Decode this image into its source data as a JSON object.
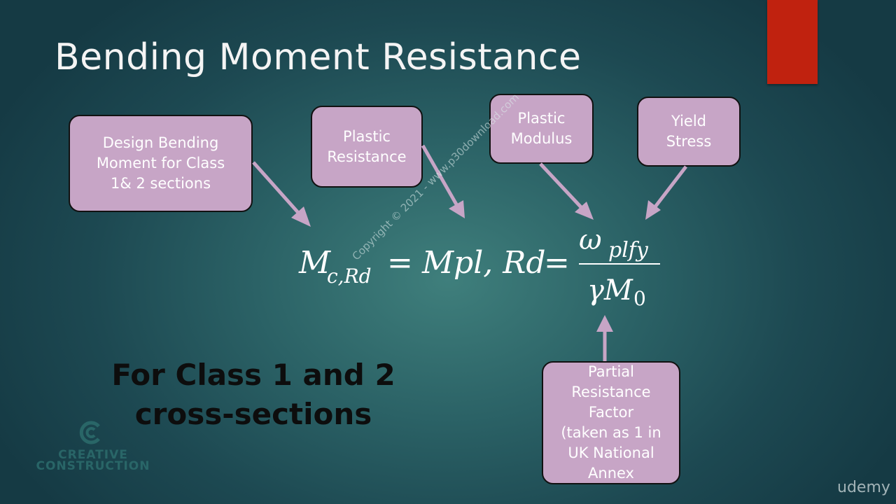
{
  "slide": {
    "title": "Bending Moment Resistance",
    "accent_color": "#c0220f",
    "callout_color": "#c7a5c6",
    "arrow_color": "#c7a5c6"
  },
  "callouts": {
    "design_moment": "Design Bending\nMoment for Class\n1& 2 sections",
    "plastic_resistance": "Plastic\nResistance",
    "plastic_modulus": "Plastic\nModulus",
    "yield_stress": "Yield\nStress",
    "partial_factor": "Partial\nResistance\nFactor\n(taken as 1 in\nUK National\nAnnex"
  },
  "equation": {
    "lhs": "M",
    "lhs_sub": "c,Rd",
    "equals": "=",
    "middle": "Mpl, Rd",
    "numerator": "ω",
    "numerator_sub": "plfy",
    "denominator": "γM",
    "denominator_sub": "0"
  },
  "note": {
    "line1": "For Class 1 and 2",
    "line2": "cross-sections"
  },
  "watermark": "Copyright © 2021 - www.p30download.com",
  "branding": {
    "logo_line1": "CREATIVE",
    "logo_line2": "CONSTRUCTION",
    "platform": "udemy"
  }
}
